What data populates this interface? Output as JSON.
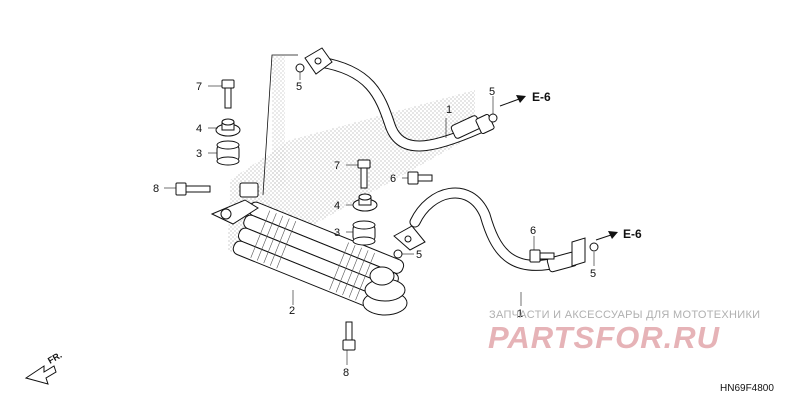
{
  "diagram": {
    "code": "HN69F4800",
    "front_marker": "FR.",
    "references": [
      "E-6",
      "E-6"
    ],
    "callouts": {
      "hose_upper": "1",
      "hose_lower": "1",
      "oil_cooler": "2",
      "rubber_left": "3",
      "rubber_right": "3",
      "collar_left": "4",
      "collar_right": "4",
      "washer_top": "5",
      "washer_upper_right": "5",
      "washer_mid": "5",
      "washer_lower_right": "5",
      "bolt_upper": "6",
      "bolt_lower": "6",
      "bolt_left_top": "7",
      "bolt_mid": "7",
      "bolt_side": "8",
      "bolt_bottom": "8"
    }
  },
  "watermark": {
    "tagline": "ЗАПЧАСТИ И АКСЕССУАРЫ ДЛЯ МОТОТЕХНИКИ",
    "brand": "PARTSFOR.RU",
    "brand_color": "#c8434f"
  }
}
